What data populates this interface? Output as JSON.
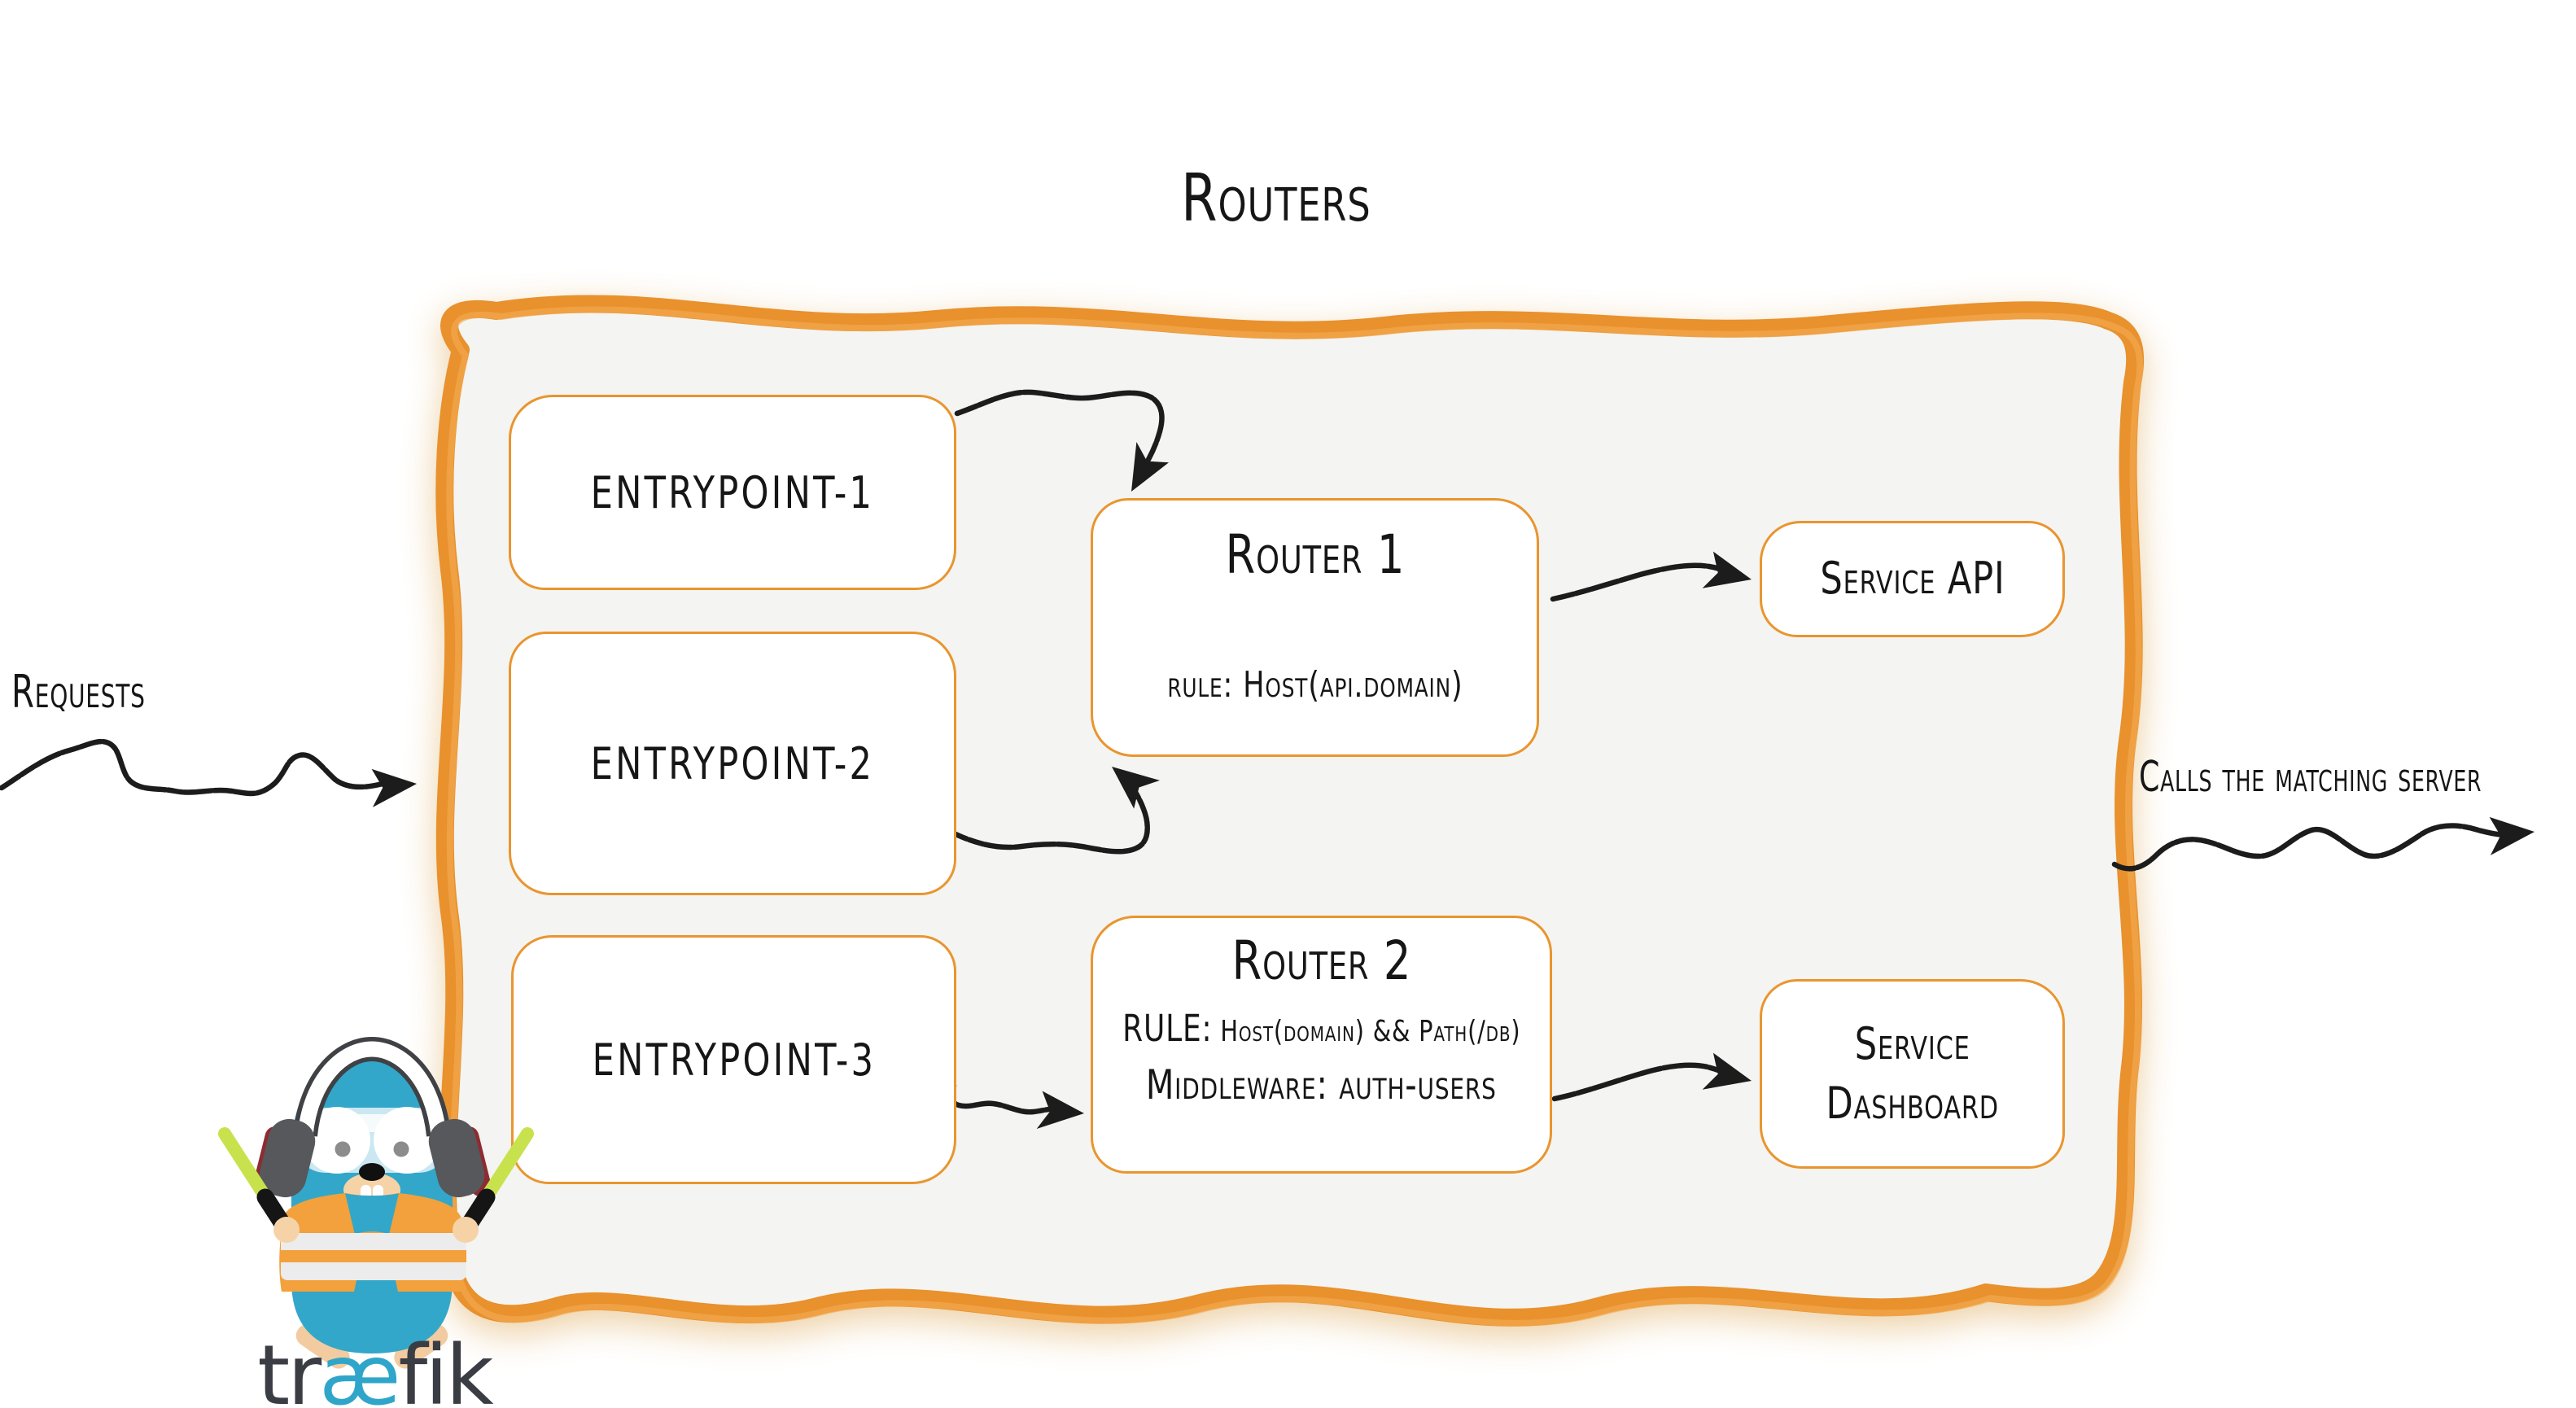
{
  "title": "Routers",
  "colors": {
    "accent_orange": "#E8912D",
    "box_border_orange": "#E9952F",
    "frame_fill": "#F4F4F2",
    "ink": "#1C1C1C",
    "logo_teal": "#33A7C9",
    "logo_vest_orange": "#F2A13C",
    "logo_baton_green": "#C8E24D",
    "wordmark_gray": "#3A3D44"
  },
  "labels": {
    "requests": "Requests",
    "calls": "Calls the matching server"
  },
  "entrypoints": [
    {
      "label": "entrypoint-1"
    },
    {
      "label": "entrypoint-2"
    },
    {
      "label": "entrypoint-3"
    }
  ],
  "routers": [
    {
      "title": "Router 1",
      "rule": "rule: Host(api.domain)"
    },
    {
      "title": "Router 2",
      "rule_label": "RULE:",
      "rule_value": "Host(domain) && Path(/db)",
      "middleware": "Middleware: auth-users"
    }
  ],
  "services": [
    {
      "label": "Service API"
    },
    {
      "label_line1": "Service",
      "label_line2": "Dashboard"
    }
  ],
  "logo": {
    "wordmark_pre": "tr",
    "wordmark_ae": "æ",
    "wordmark_post": "fik",
    "mascot": "traefik-gopher-mascot"
  }
}
